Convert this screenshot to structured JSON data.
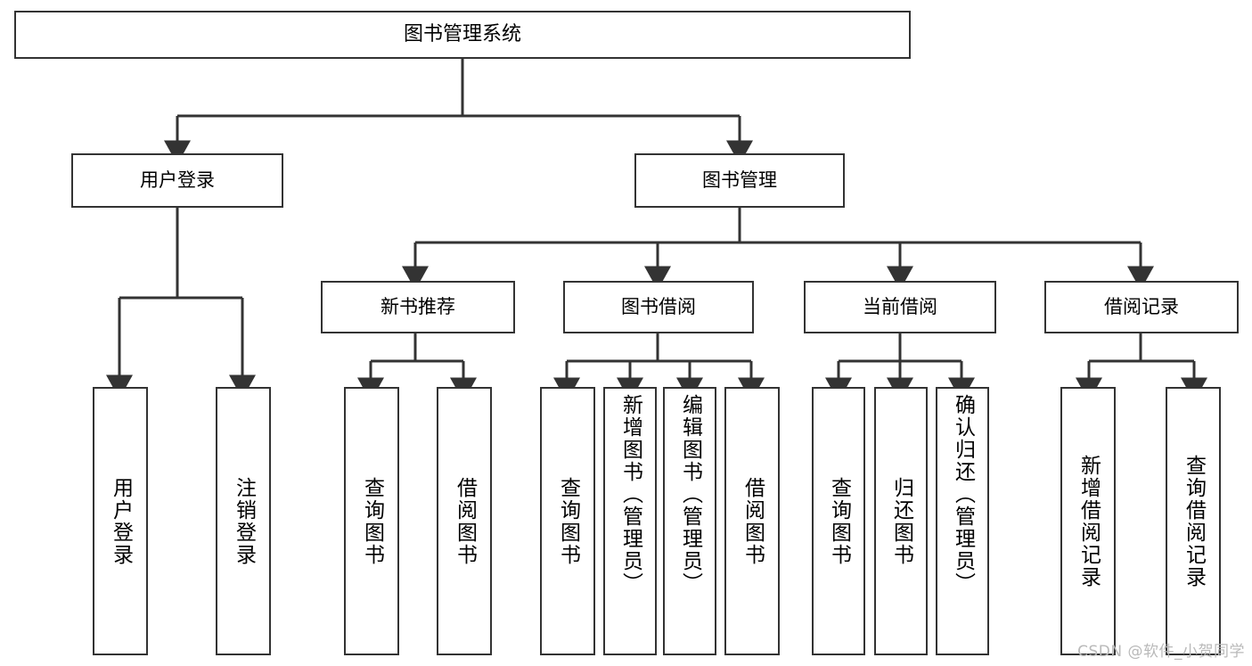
{
  "diagram": {
    "type": "tree",
    "title": "图书管理系统",
    "background_color": "#ffffff",
    "line_color": "#333333",
    "box_border_color": "#333333",
    "box_fill_color": "#ffffff",
    "text_color": "#000000",
    "levels": 4
  },
  "nodes": {
    "root": {
      "label": "图书管理系统"
    },
    "level2": [
      {
        "label": "用户登录"
      },
      {
        "label": "图书管理"
      }
    ],
    "level3": [
      {
        "label": "新书推荐"
      },
      {
        "label": "图书借阅"
      },
      {
        "label": "当前借阅"
      },
      {
        "label": "借阅记录"
      }
    ],
    "user_login_children": [
      {
        "label": "用户登录"
      },
      {
        "label": "注销登录"
      }
    ],
    "new_book_children": [
      {
        "label": "查询图书"
      },
      {
        "label": "借阅图书"
      }
    ],
    "book_borrow_children": [
      {
        "label": "查询图书"
      },
      {
        "label": "新增图书（管理员）"
      },
      {
        "label": "编辑图书（管理员）"
      },
      {
        "label": "借阅图书"
      }
    ],
    "current_borrow_children": [
      {
        "label": "查询图书"
      },
      {
        "label": "归还图书"
      },
      {
        "label": "确认归还（管理员）"
      }
    ],
    "borrow_record_children": [
      {
        "label": "新增借阅记录"
      },
      {
        "label": "查询借阅记录"
      }
    ]
  },
  "watermark": {
    "text": "CSDN @软件_小贺同学"
  }
}
